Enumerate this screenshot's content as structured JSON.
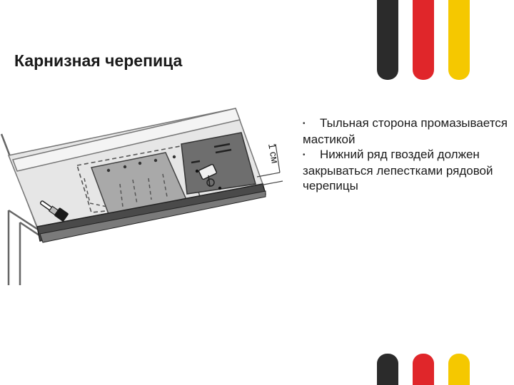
{
  "slide": {
    "title": "Карнизная черепица",
    "bullets": [
      {
        "marker": "•",
        "text": "Тыльная сторона промазывается мастикой"
      },
      {
        "marker": "•",
        "text": "Нижний ряд гвоздей должен закрываться лепестками рядовой черепицы"
      }
    ]
  },
  "illustration": {
    "dimension_label": "1 см",
    "icons": [
      "paintbrush-icon",
      "hammer-icon"
    ]
  },
  "colors": {
    "stripe_black": "#2b2b2b",
    "stripe_red": "#e0262a",
    "stripe_yellow": "#f5c800",
    "shingle_gray": "#a9a9a9",
    "shingle_dark": "#6e6e6e",
    "underlay": "#e6e6e6"
  }
}
